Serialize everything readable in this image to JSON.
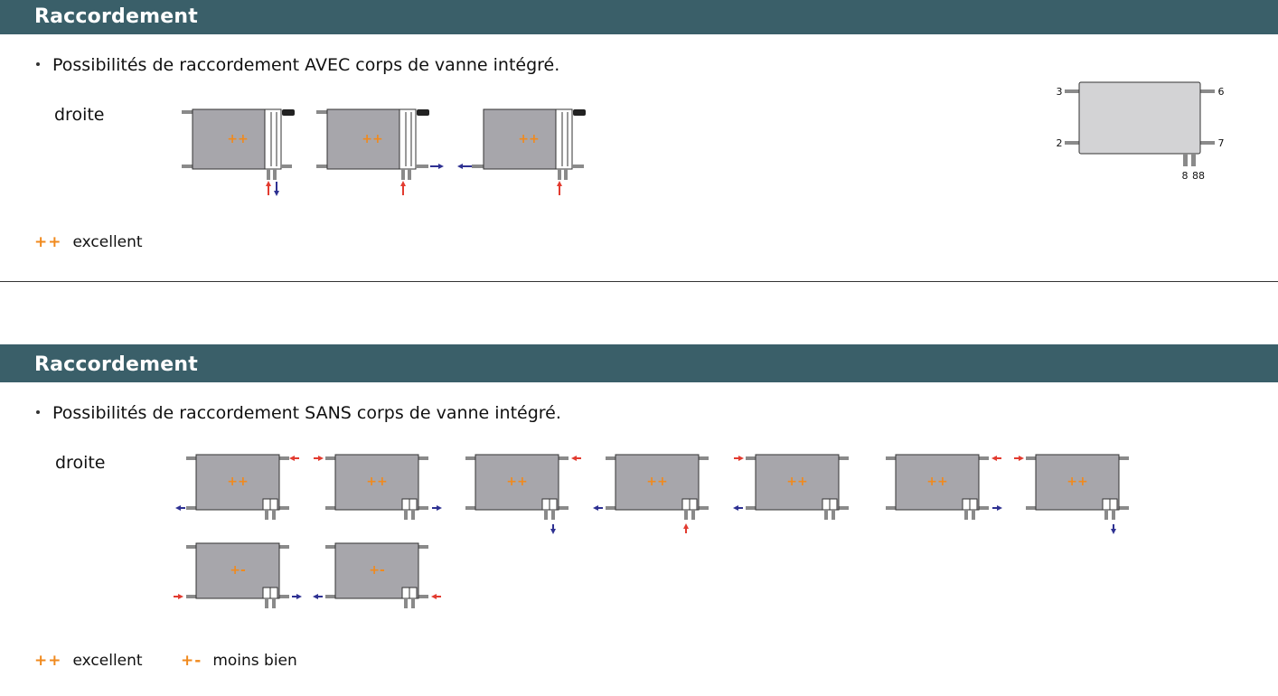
{
  "section1": {
    "title": "Raccordement",
    "bullet": "Possibilités de raccordement AVEC corps de vanne intégré.",
    "side_label": "droite",
    "legend": [
      {
        "symbol": "++",
        "text": "excellent"
      }
    ],
    "radiators": [
      {
        "rating": "++"
      },
      {
        "rating": "++"
      },
      {
        "rating": "++"
      }
    ]
  },
  "reference": {
    "labels": {
      "left_top": "3",
      "left_bottom": "2",
      "right_top": "6",
      "right_bottom": "7",
      "bottom_a": "8",
      "bottom_b": "88"
    }
  },
  "section2": {
    "title": "Raccordement",
    "bullet": "Possibilités de raccordement SANS corps de vanne intégré.",
    "side_label": "droite",
    "legend": [
      {
        "symbol": "++",
        "text": "excellent"
      },
      {
        "symbol": "+-",
        "text": "moins bien"
      }
    ],
    "radiators": [
      {
        "rating": "++"
      },
      {
        "rating": "++"
      },
      {
        "rating": "++"
      },
      {
        "rating": "++"
      },
      {
        "rating": "++"
      },
      {
        "rating": "++"
      },
      {
        "rating": "++"
      },
      {
        "rating": "+-"
      },
      {
        "rating": "+-"
      }
    ]
  },
  "colors": {
    "header_band": "#3a5f69",
    "rating": "#f08a1e",
    "supply_arrow": "#e23b30",
    "return_arrow": "#2e3192",
    "radiator_fill": "#a7a6ab",
    "reference_fill": "#d3d3d5",
    "pipe": "#8a8a8a"
  }
}
